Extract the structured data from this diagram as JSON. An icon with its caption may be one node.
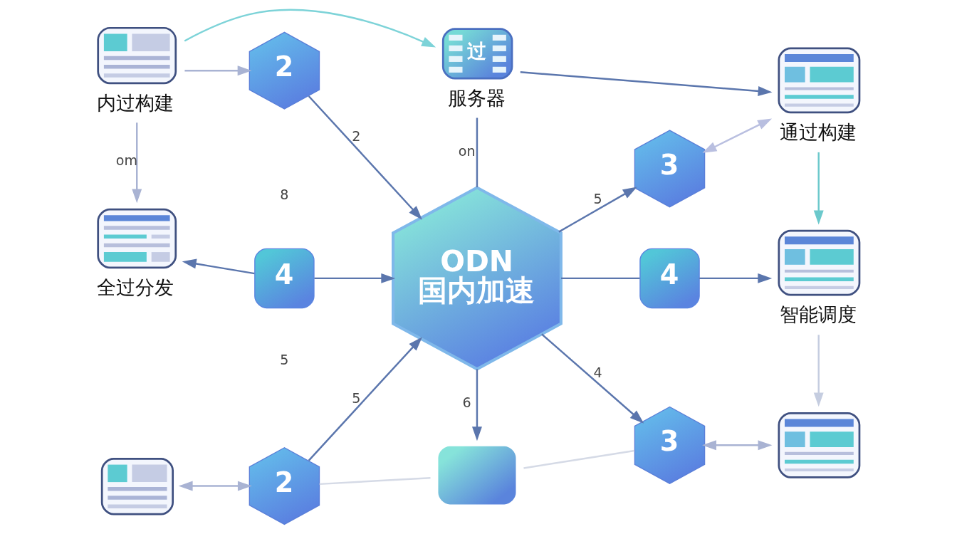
{
  "diagram": {
    "nodes": [
      {
        "text": [
          "内过构建"
        ]
      },
      {
        "text": [
          "过",
          "服务器"
        ]
      },
      {
        "text": [
          "通过构建"
        ]
      },
      {
        "text": [
          "2"
        ]
      },
      {
        "text": [
          "3"
        ]
      },
      {
        "text": [
          "全过分发"
        ]
      },
      {
        "text": [
          "4"
        ]
      },
      {
        "text": [
          "ODN 国内加速"
        ]
      },
      {
        "text": [
          "4"
        ]
      },
      {
        "text": [
          "智能调度"
        ]
      },
      {
        "text": [
          "2"
        ]
      },
      {
        "text": [
          "3"
        ]
      },
      {
        "text": [],
        "shape": "picture"
      },
      {
        "text": [],
        "shape": "picture"
      },
      {
        "text": [],
        "shape": "picture"
      }
    ],
    "edges": [
      {
        "from": 0,
        "to": 1,
        "arrow": "to",
        "color": "#7dd3d8"
      },
      {
        "from": 1,
        "to": 2,
        "arrow": "to"
      },
      {
        "from": 0,
        "to": 3,
        "arrow": "to",
        "color": "#a9b3d3"
      },
      {
        "from": 1,
        "to": 7,
        "arrow": "none",
        "label": "on"
      },
      {
        "from": 3,
        "to": 7,
        "arrow": "to",
        "label": "2"
      },
      {
        "from": 4,
        "to": 2,
        "arrow": "both",
        "color": "#b9bfe0"
      },
      {
        "from": 7,
        "to": 4,
        "arrow": "to",
        "label": "5"
      },
      {
        "from": 2,
        "to": 9,
        "arrow": "to",
        "color": "#6cc9cc"
      },
      {
        "from": 0,
        "to": 5,
        "arrow": "to",
        "label": "om",
        "color": "#a9b3d3"
      },
      {
        "from": 6,
        "to": 5,
        "arrow": "to"
      },
      {
        "from": 6,
        "to": 7,
        "arrow": "to"
      },
      {
        "from": 7,
        "to": 8,
        "arrow": "none"
      },
      {
        "from": 8,
        "to": 9,
        "arrow": "to"
      },
      {
        "from": 10,
        "to": 7,
        "arrow": "to",
        "label": "5"
      },
      {
        "from": 7,
        "to": 11,
        "arrow": "to",
        "label": "4"
      },
      {
        "from": 7,
        "to": 13,
        "arrow": "to",
        "label": "6"
      },
      {
        "from": 9,
        "to": 14,
        "arrow": "to",
        "color": "#c5cde0"
      },
      {
        "from": 10,
        "to": 12,
        "arrow": "both",
        "color": "#a9b3d3"
      },
      {
        "from": 11,
        "to": 14,
        "arrow": "both",
        "color": "#a9b3d3"
      },
      {
        "from": 10,
        "to": 13,
        "arrow": "none",
        "color": "#d5dae6"
      },
      {
        "from": 11,
        "to": 13,
        "arrow": "none",
        "color": "#d5dae6"
      }
    ],
    "labels": [
      "8",
      "5"
    ]
  }
}
